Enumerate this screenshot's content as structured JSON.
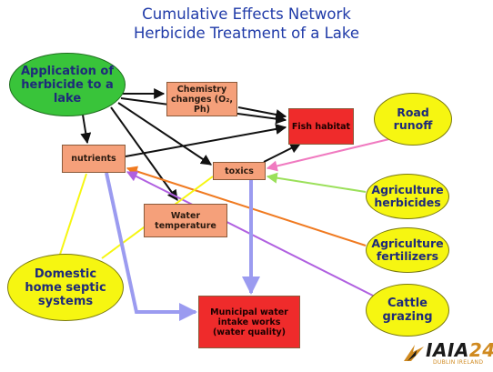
{
  "title": {
    "line1": "Cumulative Effects Network",
    "line2": "Herbicide Treatment of a Lake"
  },
  "nodes": {
    "application": "Application of herbicide to a lake",
    "chemistry": "Chemistry changes (O₂, Ph)",
    "fish_habitat": "Fish habitat",
    "road_runoff": "Road runoff",
    "nutrients": "nutrients",
    "toxics": "toxics",
    "water_temperature": "Water temperature",
    "agri_herbicides": "Agriculture herbicides",
    "agri_fertilizers": "Agriculture fertilizers",
    "domestic_septic": "Domestic home septic systems",
    "municipal_water": "Municipal water intake works (water quality)",
    "cattle_grazing": "Cattle grazing"
  },
  "colors": {
    "title": "#1f3aa8",
    "orange_box": "#f5a07a",
    "red_box": "#ef2b2b",
    "green_ellipse": "#39c43a",
    "yellow_ellipse": "#f6f611",
    "arrow_black": "#111111",
    "arrow_lavender": "#9b9bf0",
    "arrow_pink": "#f07ac0",
    "arrow_lightgreen": "#9be05a",
    "arrow_orange": "#f07a20",
    "arrow_purple": "#b060e0",
    "arrow_yellow": "#f6f611"
  },
  "logo": {
    "text_main": "IAIA",
    "text_number": "24",
    "text_sub": "DUBLIN IRELAND"
  }
}
